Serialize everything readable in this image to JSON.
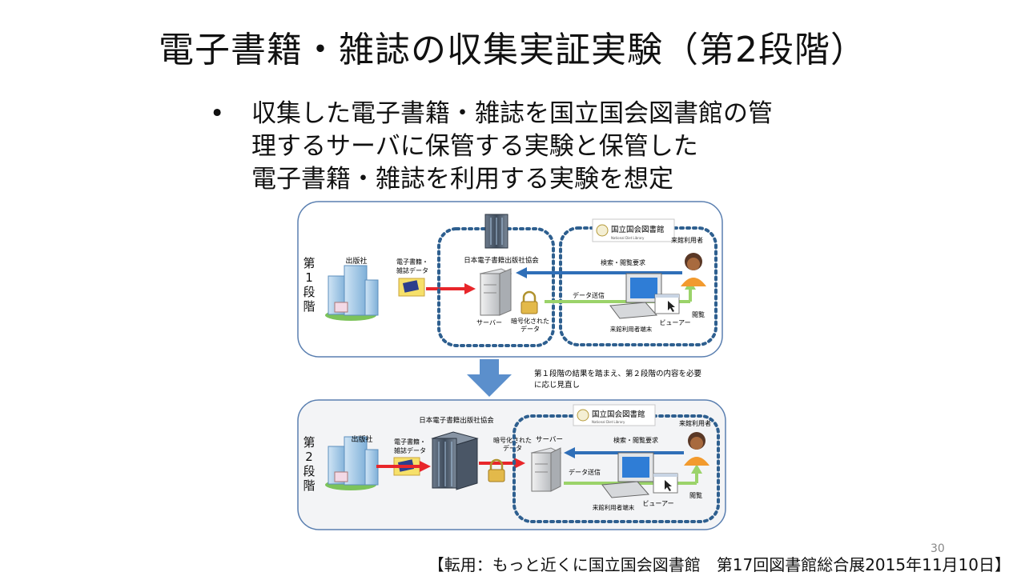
{
  "slide": {
    "title": "電子書籍・雑誌の収集実証実験（第2段階）",
    "bullet_marker": "•",
    "bullet_lines": [
      "収集した電子書籍・雑誌を国立国会図書館の管",
      "理するサーバに保管する実験と保管した",
      "電子書籍・雑誌を利用する実験を想定"
    ],
    "page_number": "30",
    "source": "【転用：もっと近くに国立国会図書館　第17回図書館総合展2015年11月10日】"
  },
  "diagram": {
    "stage1": {
      "label_chars": [
        "第",
        "1",
        "段",
        "階"
      ],
      "publisher": "出版社",
      "data_label": [
        "電子書籍・",
        "雑誌データ"
      ],
      "association": "日本電子書籍出版社協会",
      "ndl_logo": "国立国会図書館",
      "ndl_logo_sub": "National Diet Library",
      "visitor": "来館利用者",
      "search_request": "検索・閲覧要求",
      "data_send": "データ送信",
      "server": "サーバー",
      "encrypted": [
        "暗号化された",
        "データ"
      ],
      "viewer": "ビューアー",
      "browse": "閲覧",
      "terminal": "来館利用者端末"
    },
    "transition": {
      "note": [
        "第１段階の結果を踏まえ、第２段階の内容を必要",
        "に応じ見直し"
      ]
    },
    "stage2": {
      "label_chars": [
        "第",
        "2",
        "段",
        "階"
      ],
      "publisher": "出版社",
      "data_label": [
        "電子書籍・",
        "雑誌データ"
      ],
      "association": "日本電子書籍出版社協会",
      "ndl_logo": "国立国会図書館",
      "ndl_logo_sub": "National Diet Library",
      "visitor": "来館利用者",
      "search_request": "検索・閲覧要求",
      "data_send": "データ送信",
      "server": "サーバー",
      "encrypted": [
        "暗号化された",
        "データ"
      ],
      "viewer": "ビューアー",
      "browse": "閲覧",
      "terminal": "来館利用者端末"
    },
    "colors": {
      "dotted_border": "#2e5f8f",
      "red_arrow": "#e8262a",
      "blue_arrow": "#2f6fb8",
      "green_arrow": "#9bd36a",
      "stage_arrow": "#5b8fcc",
      "panel_border": "#5a7fb0"
    }
  }
}
